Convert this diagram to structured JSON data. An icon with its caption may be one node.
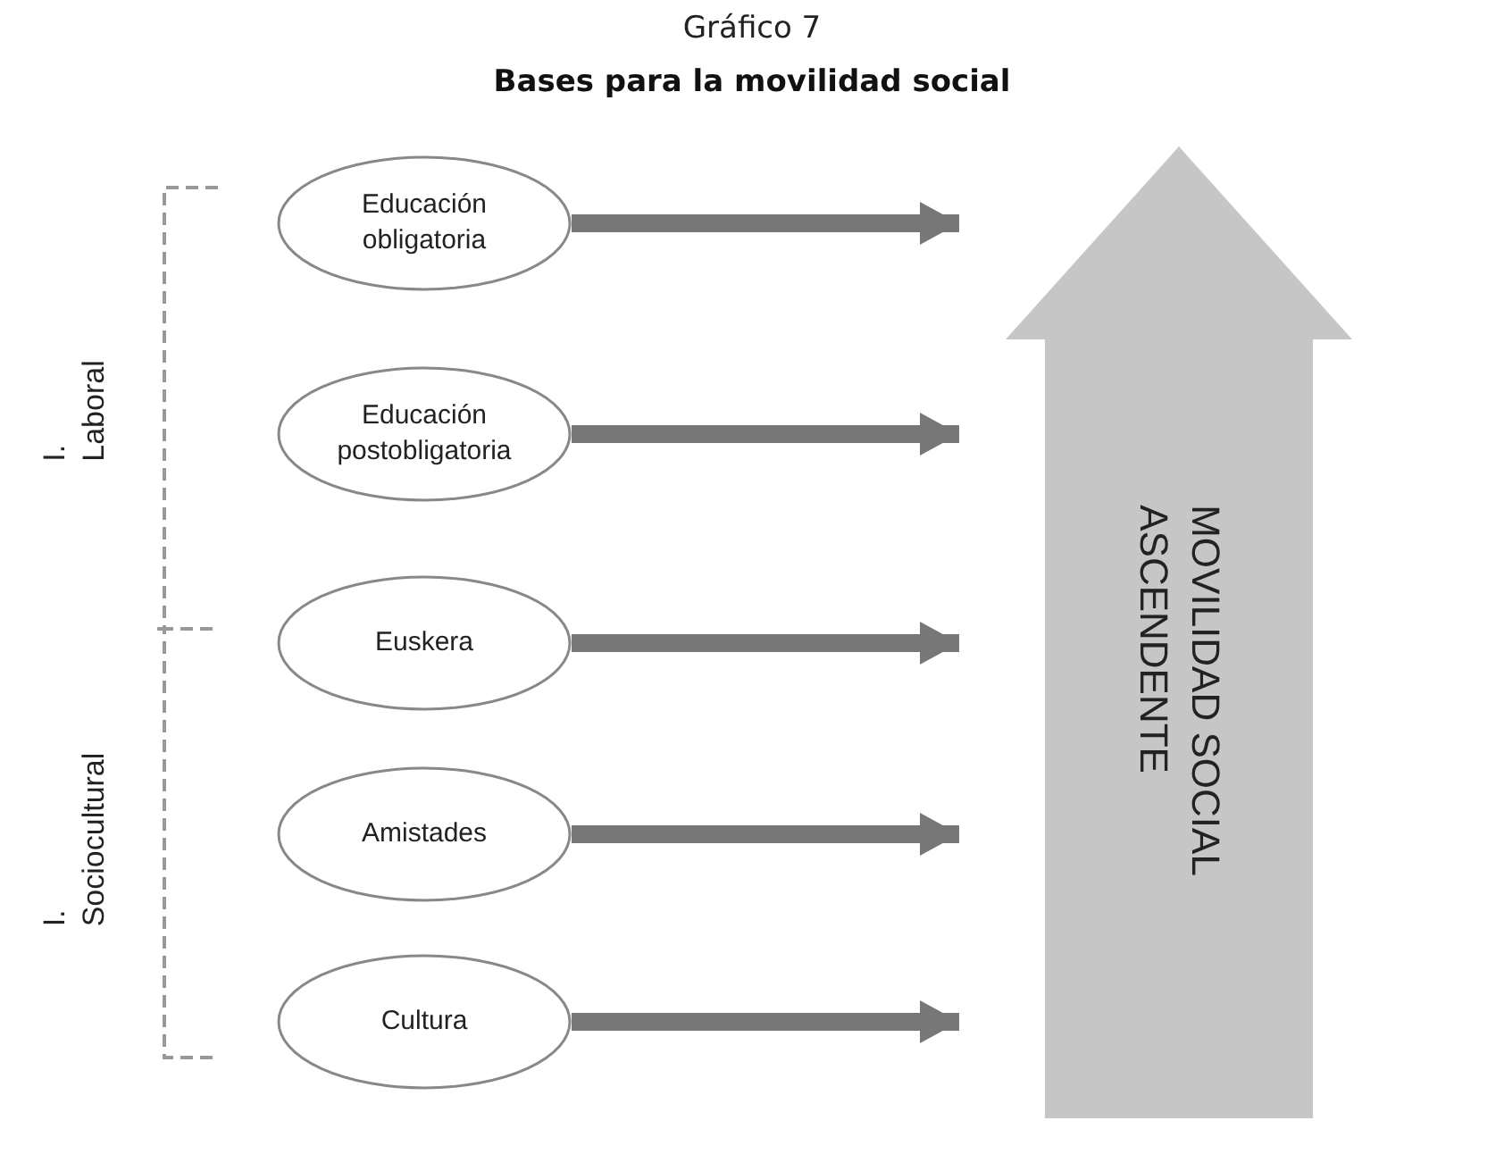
{
  "diagram": {
    "title": "Bases para la movilidad social",
    "caption": "Gráfico 7",
    "nodes": [
      {
        "text": [
          "Educación obligatoria"
        ]
      },
      {
        "text": [
          "Educación postobligatoria"
        ]
      },
      {
        "text": [
          "Euskera"
        ]
      },
      {
        "text": [
          "Amistades"
        ]
      },
      {
        "text": [
          "Cultura"
        ]
      },
      {
        "text": [
          "MOVILIDAD SOCIAL ASCENDENTE"
        ]
      }
    ],
    "edges": [
      {
        "from": 0,
        "to": 5,
        "arrow": "to"
      },
      {
        "from": 1,
        "to": 5,
        "arrow": "to"
      },
      {
        "from": 2,
        "to": 5,
        "arrow": "to"
      },
      {
        "from": 3,
        "to": 5,
        "arrow": "to"
      },
      {
        "from": 4,
        "to": 5,
        "arrow": "to"
      }
    ],
    "labels": [
      "I. Laboral",
      "I. Sociocultural"
    ]
  }
}
